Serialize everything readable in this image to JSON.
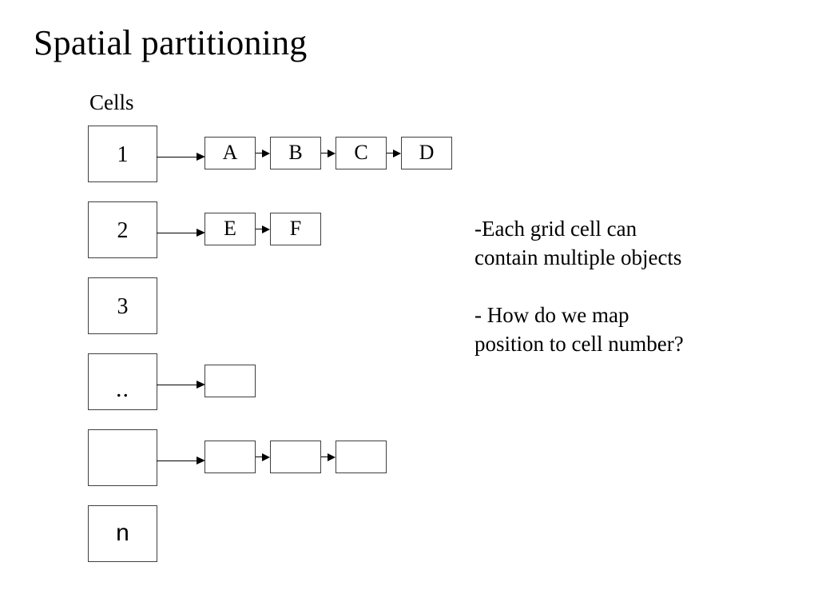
{
  "slide": {
    "title": "Spatial partitioning",
    "cells_label": "Cells",
    "background_color": "#ffffff",
    "text_color": "#000000",
    "border_color": "#3f3f3f"
  },
  "rows": [
    {
      "cell_label": "1",
      "has_connector": true,
      "nodes": [
        {
          "label": "A"
        },
        {
          "label": "B"
        },
        {
          "label": "C"
        },
        {
          "label": "D"
        }
      ]
    },
    {
      "cell_label": "2",
      "has_connector": true,
      "nodes": [
        {
          "label": "E"
        },
        {
          "label": "F"
        }
      ]
    },
    {
      "cell_label": "3",
      "has_connector": false,
      "nodes": []
    },
    {
      "cell_label": "..",
      "has_connector": true,
      "nodes": [
        {
          "label": ""
        }
      ]
    },
    {
      "cell_label": "",
      "has_connector": true,
      "nodes": [
        {
          "label": ""
        },
        {
          "label": ""
        },
        {
          "label": ""
        }
      ]
    },
    {
      "cell_label": "n",
      "has_connector": false,
      "nodes": []
    }
  ],
  "notes": [
    {
      "lines": [
        "-Each grid cell can",
        "contain multiple objects"
      ]
    },
    {
      "lines": [
        "- How do we map",
        "position to cell number?"
      ]
    }
  ]
}
